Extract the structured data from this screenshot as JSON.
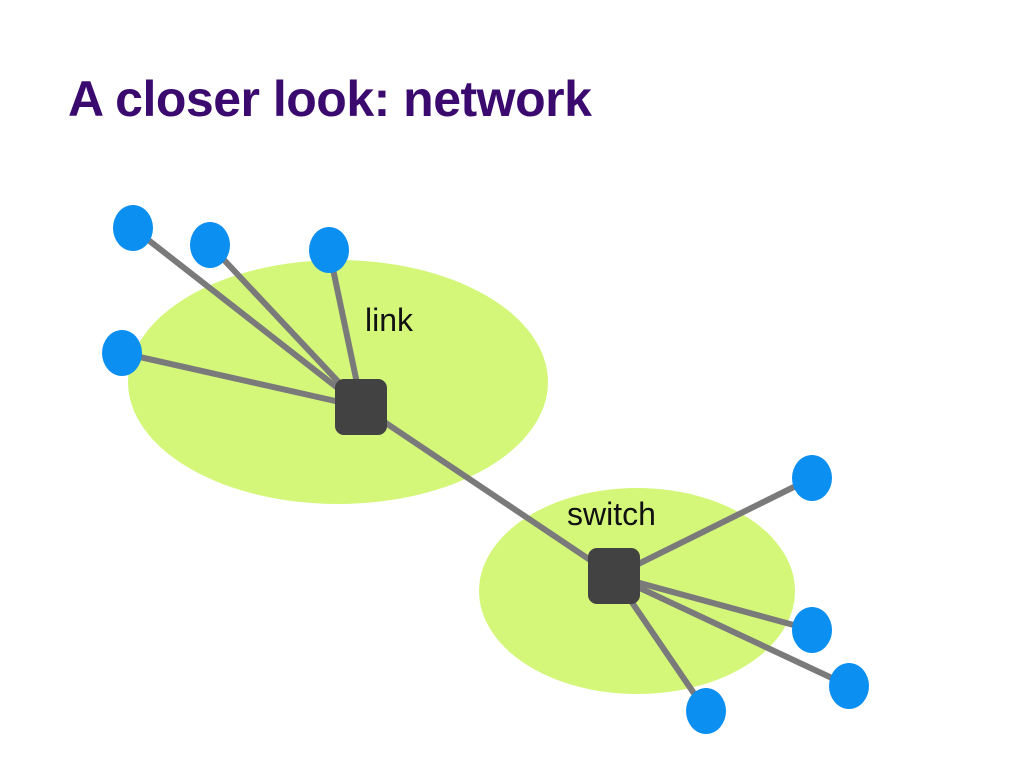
{
  "slide": {
    "title": "A closer look: network"
  },
  "diagram": {
    "labels": {
      "link": "link",
      "switch": "switch"
    },
    "colors": {
      "network_region": "#d4f77a",
      "link_line": "#7a7a7a",
      "switch_node": "#424242",
      "host_node": "#0b8ff0",
      "title": "#3b0a6e"
    }
  }
}
